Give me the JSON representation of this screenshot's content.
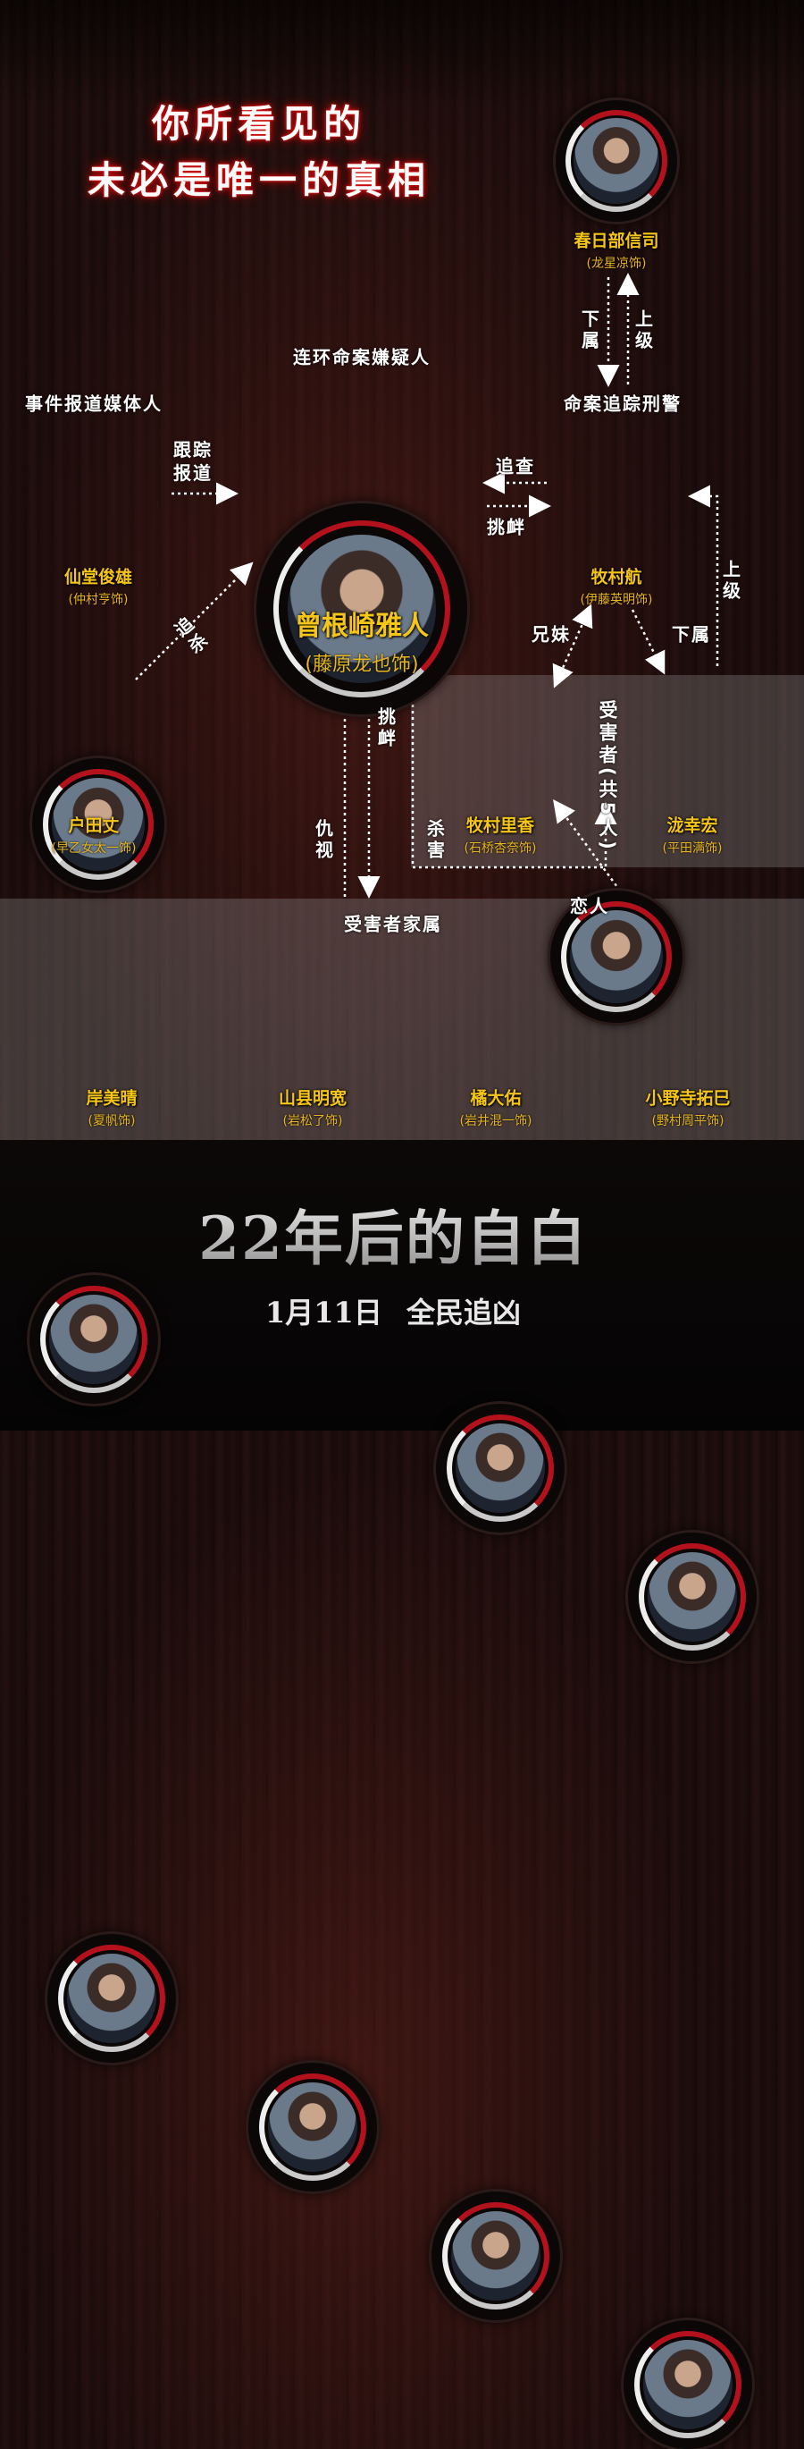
{
  "headline": [
    "你所看见的",
    "未必是唯一的真相"
  ],
  "groups": {
    "suspect": "连环命案嫌疑人",
    "media": "事件报道媒体人",
    "detective": "命案追踪刑警",
    "victims": "受害者(共5人)",
    "families": "受害者家属"
  },
  "relations": {
    "subordinate_1": "下属",
    "superior_1": "上级",
    "track_report": "跟踪报道",
    "investigate": "追查",
    "provoke_1": "挑衅",
    "superior_2": "上级",
    "pursue_kill": "追杀",
    "siblings": "兄妹",
    "subordinate_2": "下属",
    "provoke_2": "挑衅",
    "hatred": "仇视",
    "murder": "杀害",
    "lovers": "恋人"
  },
  "characters": [
    {
      "id": "kasukabe",
      "name": "春日部信司",
      "actor": "(龙星凉饰)"
    },
    {
      "id": "sonezaki",
      "name": "曾根崎雅人",
      "actor": "(藤原龙也饰)"
    },
    {
      "id": "sendo",
      "name": "仙堂俊雄",
      "actor": "(仲村亨饰)"
    },
    {
      "id": "makimura",
      "name": "牧村航",
      "actor": "(伊藤英明饰)"
    },
    {
      "id": "toda",
      "name": "户田丈",
      "actor": "(早乙女太一饰)"
    },
    {
      "id": "rika",
      "name": "牧村里香",
      "actor": "(石桥杏奈饰)"
    },
    {
      "id": "takio",
      "name": "泷幸宏",
      "actor": "(平田满饰)"
    },
    {
      "id": "kishi",
      "name": "岸美晴",
      "actor": "(夏帆饰)"
    },
    {
      "id": "yamagata",
      "name": "山县明宽",
      "actor": "(岩松了饰)"
    },
    {
      "id": "tachibana",
      "name": "橘大佑",
      "actor": "(岩井混一饰)"
    },
    {
      "id": "onodera",
      "name": "小野寺拓巳",
      "actor": "(野村周平饰)"
    }
  ],
  "movie": {
    "title": "22年后的自白",
    "release": "1月11日 全民追凶"
  },
  "colors": {
    "accent_red": "#b3121d",
    "name_gold": "#f5c518"
  }
}
